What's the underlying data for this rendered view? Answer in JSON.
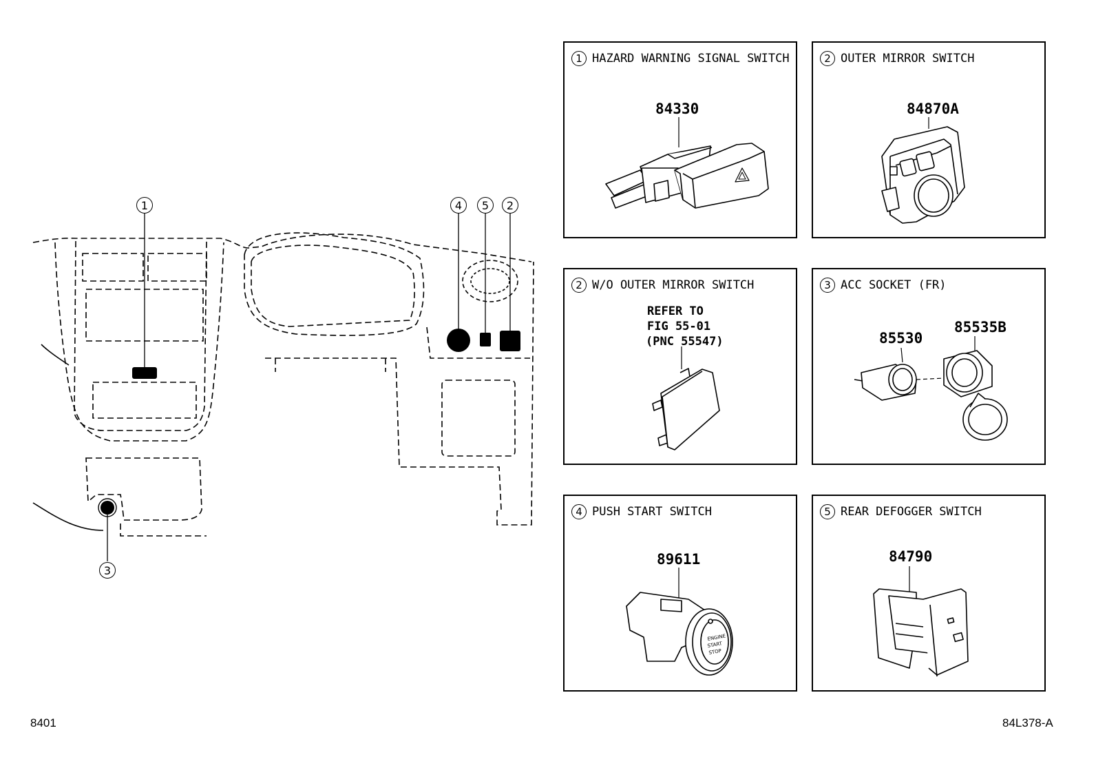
{
  "overview": {
    "callouts": [
      "1",
      "4",
      "5",
      "2",
      "3"
    ]
  },
  "panels": [
    {
      "num": "1",
      "title": "HAZARD WARNING SIGNAL SWITCH",
      "parts": [
        "84330"
      ]
    },
    {
      "num": "2",
      "title": "OUTER MIRROR SWITCH",
      "parts": [
        "84870A"
      ]
    },
    {
      "num": "2",
      "title": "W/O OUTER MIRROR SWITCH",
      "refer": [
        "REFER TO",
        "FIG 55-01",
        "(PNC 55547)"
      ]
    },
    {
      "num": "3",
      "title": "ACC SOCKET (FR)",
      "parts": [
        "85530",
        "85535B"
      ]
    },
    {
      "num": "4",
      "title": "PUSH START SWITCH",
      "parts": [
        "89611"
      ]
    },
    {
      "num": "5",
      "title": "REAR DEFOGGER SWITCH",
      "parts": [
        "84790"
      ]
    }
  ],
  "footer": {
    "left": "8401",
    "right": "84L378-A"
  }
}
